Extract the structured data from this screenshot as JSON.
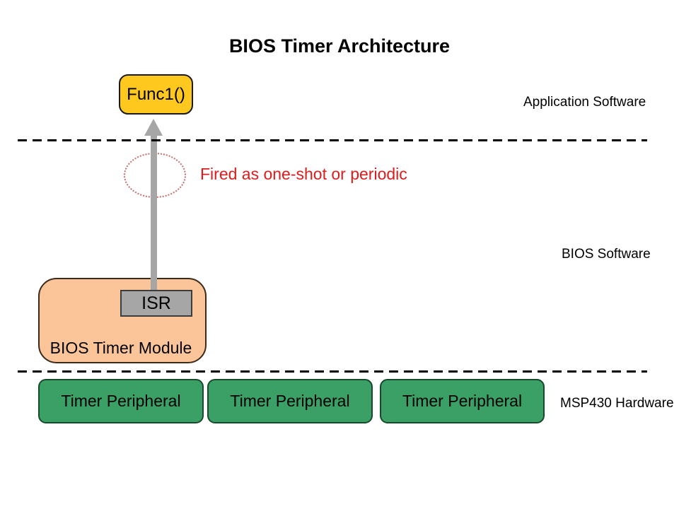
{
  "title": "BIOS Timer Architecture",
  "layers": [
    {
      "id": "application",
      "label": "Application Software"
    },
    {
      "id": "bios",
      "label": "BIOS Software"
    },
    {
      "id": "hardware",
      "label": "MSP430 Hardware"
    }
  ],
  "nodes": {
    "func1": {
      "label": "Func1()"
    },
    "module": {
      "label": "BIOS Timer Module"
    },
    "isr": {
      "label": "ISR"
    },
    "peripherals": [
      {
        "label": "Timer Peripheral"
      },
      {
        "label": "Timer Peripheral"
      },
      {
        "label": "Timer Peripheral"
      }
    ]
  },
  "annotation": {
    "label": "Fired as one-shot or periodic"
  },
  "colors": {
    "gold": "#FFC81E",
    "peach": "#FBC499",
    "green": "#3BA065",
    "gray": "#A6A6A6",
    "red": "#DD1D1D",
    "ellipse_red": "#C96B6B",
    "module_border": "#3B2B1B",
    "line_color": "#000000"
  }
}
